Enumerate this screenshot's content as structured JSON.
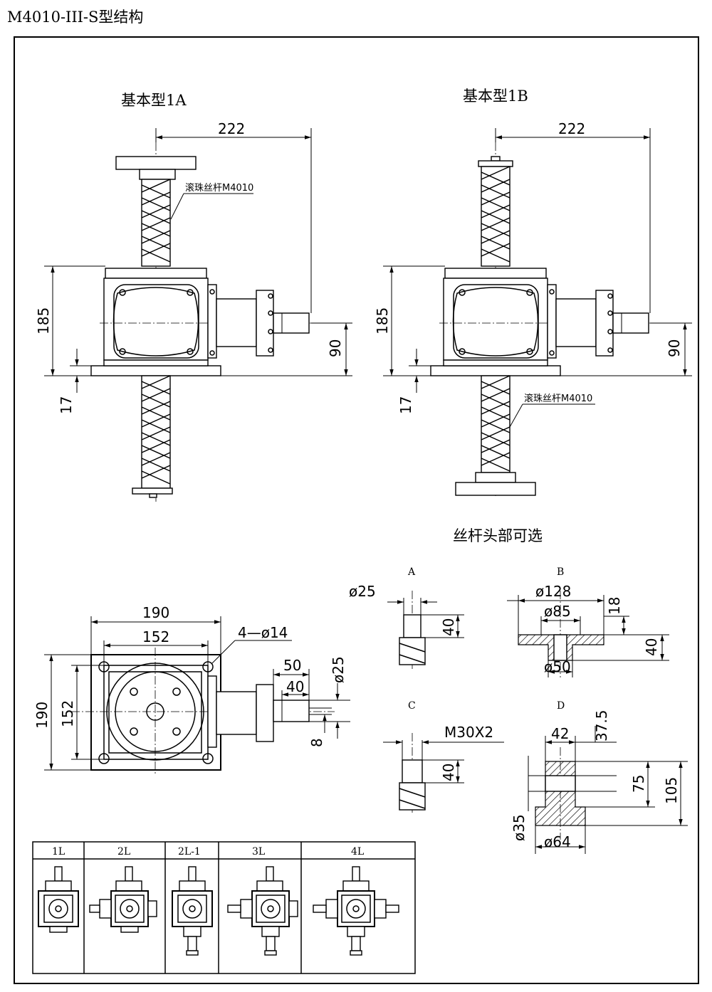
{
  "title": "M4010-III-S型结构",
  "views": {
    "type_1a": {
      "label": "基本型1A",
      "screw_label": "滚珠丝杆M4010"
    },
    "type_1b": {
      "label": "基本型1B",
      "screw_label": "滚珠丝杆M4010"
    }
  },
  "dimensions": {
    "d222": "222",
    "d185": "185",
    "d90": "90",
    "d17": "17",
    "d190_h": "190",
    "d152_h": "152",
    "d190_v": "190",
    "d152_v": "152",
    "holes": "4—ø14",
    "d50": "50",
    "d40": "40",
    "d25": "ø25",
    "d8": "8"
  },
  "screw_heads": {
    "title": "丝杆头部可选",
    "a": {
      "label": "A",
      "dia": "ø25",
      "len": "40"
    },
    "b": {
      "label": "B",
      "d128": "ø128",
      "d85": "ø85",
      "d50": "ø50",
      "d18": "18",
      "d40": "40"
    },
    "c": {
      "label": "C",
      "thread": "M30X2",
      "len": "40"
    },
    "d": {
      "label": "D",
      "d42": "42",
      "d37_5": "37.5",
      "d75": "75",
      "d105": "105",
      "d35": "ø35",
      "d64": "ø64"
    }
  },
  "layouts": [
    {
      "label": "1L"
    },
    {
      "label": "2L"
    },
    {
      "label": "2L-1"
    },
    {
      "label": "3L"
    },
    {
      "label": "4L"
    }
  ]
}
